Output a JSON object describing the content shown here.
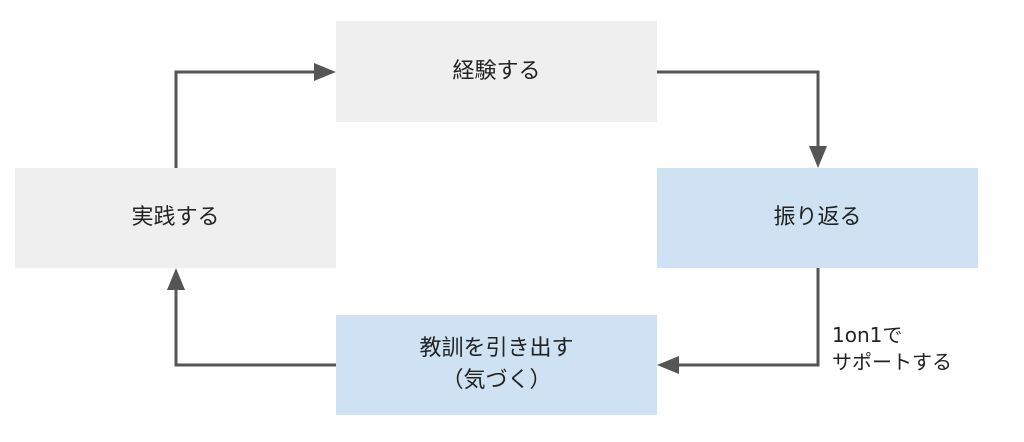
{
  "nodes": {
    "experience": {
      "label": "経験する"
    },
    "reflect": {
      "label": "振り返る"
    },
    "lesson": {
      "line1": "教訓を引き出す",
      "line2": "（気づく）"
    },
    "practice": {
      "label": "実践する"
    }
  },
  "edge_label": {
    "line1": "1on1で",
    "line2": "サポートする"
  },
  "colors": {
    "gray_box": "#efefef",
    "blue_box": "#cfe2f3",
    "connector": "#555555",
    "text": "#222222"
  }
}
